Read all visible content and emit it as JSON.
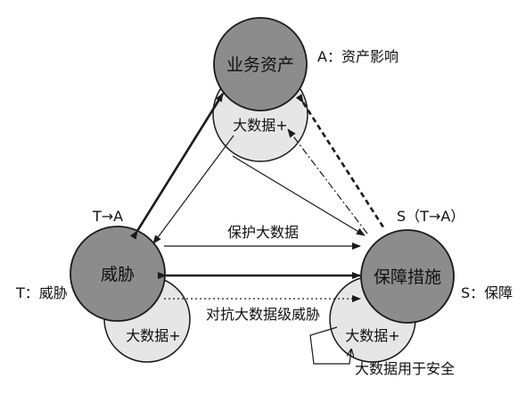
{
  "nodes": {
    "asset": {
      "title": "业务资产",
      "sub": "大数据+",
      "side_label": "A：资产影响"
    },
    "threat": {
      "title": "威胁",
      "sub": "大数据+",
      "side_label": "T：威胁",
      "top_label": "T→A"
    },
    "safeguard": {
      "title": "保障措施",
      "sub": "大数据+",
      "side_label": "S：保障",
      "top_label": "S（T→A）"
    }
  },
  "edges": {
    "protect": "保护大数据",
    "counter": "对抗大数据级威胁",
    "self_loop": "大数据用于安全"
  },
  "colors": {
    "main": "#8c8c8c",
    "sub": "#e6e6e6",
    "stroke": "#1a1a1a"
  }
}
